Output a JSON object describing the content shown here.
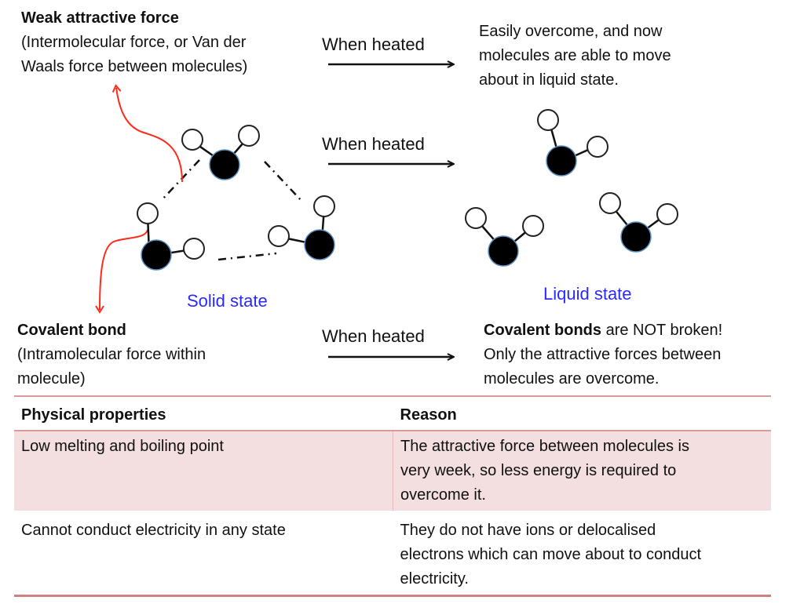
{
  "top_left": {
    "title": "Weak attractive force",
    "line1": "(Intermolecular force, or Van der",
    "line2": "Waals force between molecules)"
  },
  "arrows": [
    {
      "label": "When heated"
    },
    {
      "label": "When heated"
    },
    {
      "label": "When heated"
    }
  ],
  "top_right": {
    "line1": "Easily overcome, and now",
    "line2": "molecules are able to move",
    "line3": "about in liquid state."
  },
  "labels": {
    "solid": "Solid state",
    "liquid": "Liquid state"
  },
  "bottom_left": {
    "title": "Covalent bond",
    "line1": "(Intramolecular force within",
    "line2": "molecule)"
  },
  "bottom_right": {
    "bold_part": "Covalent bonds",
    "line1_rest": " are NOT broken!",
    "line2": "Only the attractive forces between",
    "line3": "molecules are overcome."
  },
  "colors": {
    "annotation_arrow": "#ff2a1a",
    "state_label": "#2a2aff",
    "table_border": "#d99b9b",
    "table_row_fill": "#f3dfdf"
  },
  "table": {
    "headers": [
      "Physical properties",
      "Reason"
    ],
    "rows": [
      {
        "property": "Low melting and boiling point",
        "reason_lines": [
          "The attractive force between molecules is",
          "very week, so less energy is required to",
          "overcome it."
        ]
      },
      {
        "property": "Cannot conduct electricity in any state",
        "reason_lines": [
          "They do not have ions or delocalised",
          "electrons which can move about to conduct",
          "electricity."
        ]
      }
    ]
  }
}
